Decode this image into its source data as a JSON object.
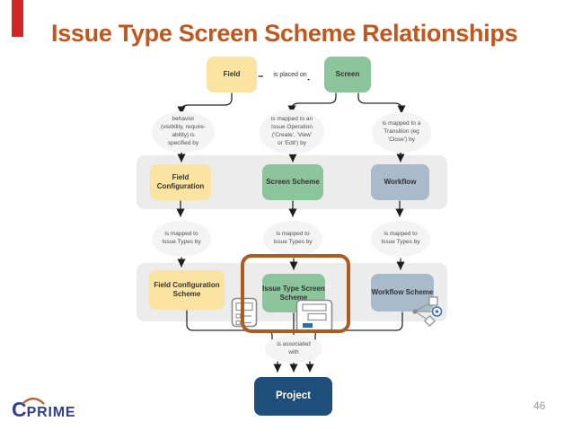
{
  "slide": {
    "title": "Issue Type Screen Scheme Relationships",
    "page_number": "46"
  },
  "logo": {
    "c": "C",
    "rest": "PRIME"
  },
  "diagram": {
    "top": {
      "field": "Field",
      "screen": "Screen",
      "is_placed_on": "is placed on"
    },
    "ellipses": {
      "behavior": "behavior\n(visibility, require-\nability) is\nspecified by",
      "issue_operation": "is mapped to an\nIssue Operation\n('Create', 'View'\nor 'Edit') by",
      "transition": "is mapped to a\nTransition (eg\n'Close') by",
      "mapped_issue_types_1": "is mapped to\nIssue Types by",
      "mapped_issue_types_2": "is mapped to\nIssue Types by",
      "mapped_issue_types_3": "is mapped to\nIssue Types by",
      "is_associated_with": "is associated\nwith"
    },
    "row1": {
      "field_configuration": "Field Configuration",
      "screen_scheme": "Screen Scheme",
      "workflow": "Workflow"
    },
    "row2": {
      "field_configuration_scheme": "Field Configuration\nScheme",
      "issue_type_screen_scheme": "Issue Type Screen\nScheme",
      "workflow_scheme": "Workflow Scheme"
    },
    "project": "Project"
  },
  "icons": {
    "field_configuration_scheme": "list-document-icon",
    "issue_type_screen_scheme": "form-document-icon",
    "workflow_scheme": "workflow-branch-icon"
  },
  "colors": {
    "red": "#D42525",
    "title": "#C2571E",
    "yellow": "#FBE3A2",
    "green": "#8CC49C",
    "bluegray": "#A9BACA",
    "navy": "#1F4E7B",
    "band": "#ECECEC",
    "highlight": "#AD5C21",
    "logo": "#333E8C",
    "logo_arc": "#C4552B"
  }
}
